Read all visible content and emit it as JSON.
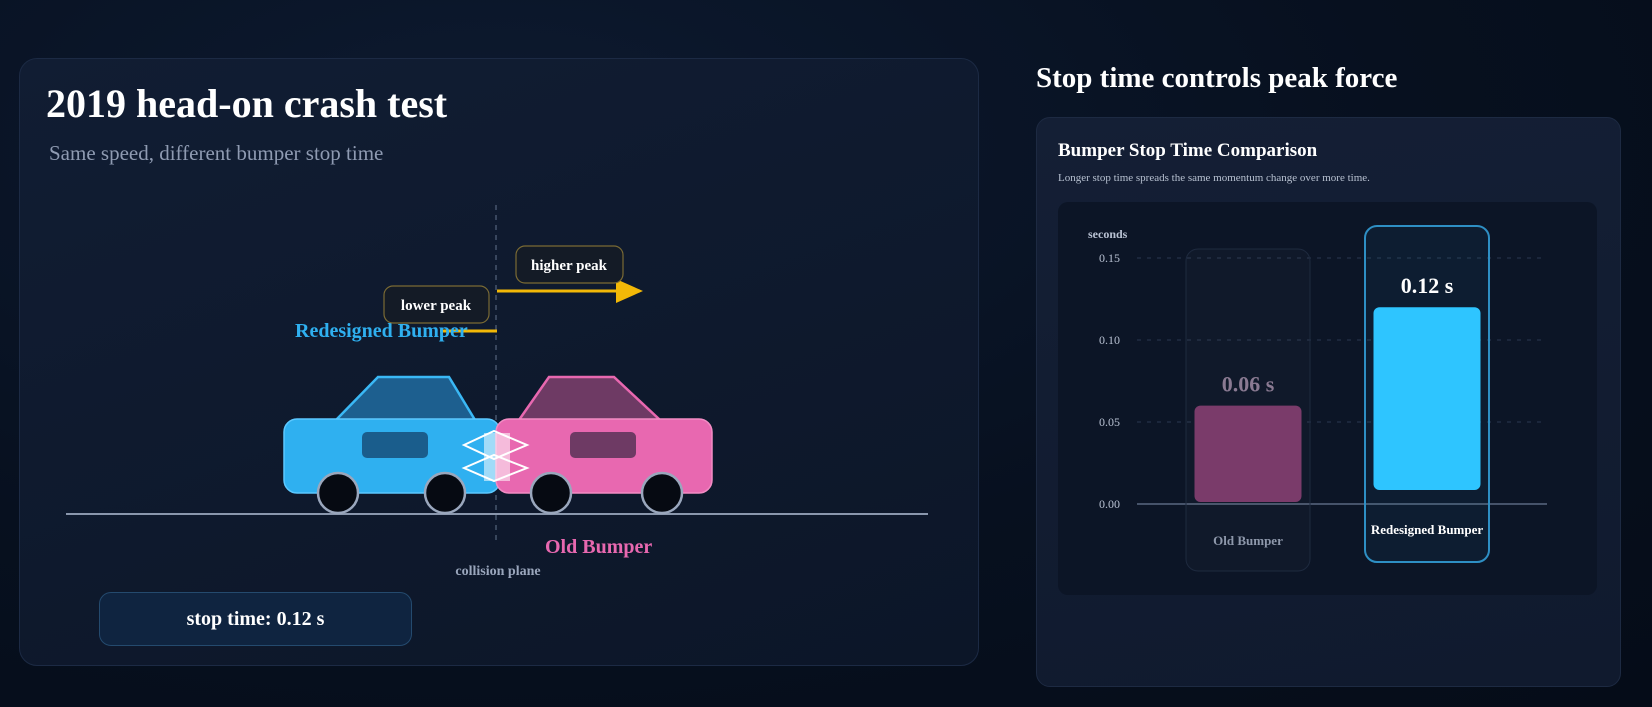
{
  "scene": {
    "title": "2019 head-on crash test",
    "subtitle": "Same speed, different bumper stop time",
    "redesigned_label": "Redesigned Bumper",
    "old_label": "Old Bumper",
    "collision_label": "collision plane",
    "lower_peak_label": "lower peak",
    "higher_peak_label": "higher peak",
    "stop_time_readout": "stop time: 0.12 s"
  },
  "right_panel": {
    "title": "Stop time controls peak force"
  },
  "colors": {
    "redesigned": "#2fb0f0",
    "old": "#e868b0",
    "accent_arrow": "#f2b807",
    "bar_redesigned": "#2ec5ff",
    "bar_old": "#7a3b6a"
  },
  "chart_data": {
    "type": "bar",
    "title": "Bumper Stop Time Comparison",
    "subtitle": "Longer stop time spreads the same momentum change over more time.",
    "ylabel": "seconds",
    "xlabel": "",
    "categories": [
      "Old Bumper",
      "Redesigned Bumper"
    ],
    "values": [
      0.06,
      0.12
    ],
    "value_labels": [
      "0.06 s",
      "0.12 s"
    ],
    "ylim": [
      0,
      0.15
    ],
    "yticks": [
      0.0,
      0.05,
      0.1,
      0.15
    ],
    "ytick_labels": [
      "0.00",
      "0.05",
      "0.10",
      "0.15"
    ],
    "highlighted": "Redesigned Bumper",
    "grid": true,
    "legend": "none"
  }
}
